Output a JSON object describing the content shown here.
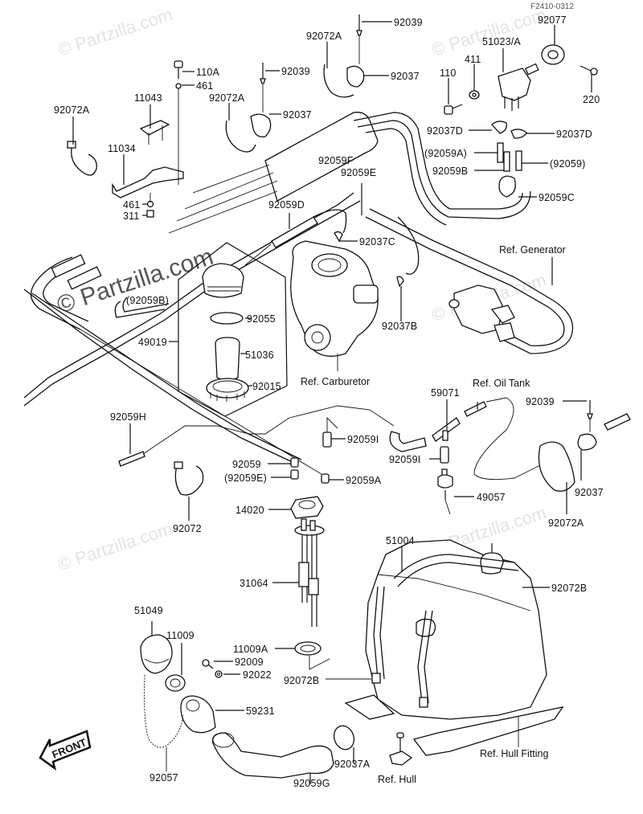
{
  "figure_code": "F2410-0312",
  "watermark": "© Partzilla.com",
  "front_label": "FRONT",
  "labels": {
    "p92039_top": "92039",
    "p92072A_top": "92072A",
    "p92037_top": "92037",
    "p110A": "110A",
    "p461_top": "461",
    "p92039_mid": "92039",
    "p11043": "11043",
    "p92072A_mid": "92072A",
    "p92037_mid": "92037",
    "p92072A_left": "92072A",
    "p11034": "11034",
    "p461_bot": "461",
    "p311": "311",
    "p92077": "92077",
    "p51023A": "51023/A",
    "p411": "411",
    "p110": "110",
    "p220": "220",
    "p92037D_l": "92037D",
    "p92037D_r": "92037D",
    "p92059A_paren": "(92059A)",
    "p92059B": "92059B",
    "p92059_paren": "(92059)",
    "p92059C": "92059C",
    "p92059F": "92059F",
    "p92059E": "92059E",
    "p92059D": "92059D",
    "p92037C": "92037C",
    "p92059B_paren": "(92059B)",
    "p92055": "92055",
    "p49019": "49019",
    "p51036": "51036",
    "p92015": "92015",
    "p92037B": "92037B",
    "p92059H": "92059H",
    "p92059I_a": "92059I",
    "p92059I_b": "92059I",
    "p59071": "59071",
    "p92039_right": "92039",
    "p92059": "92059",
    "p92059E_paren": "(92059E)",
    "p92059A": "92059A",
    "p49057": "49057",
    "p92037_right": "92037",
    "p92072": "92072",
    "p14020": "14020",
    "p92072A_right": "92072A",
    "p51004": "51004",
    "p92072B_r": "92072B",
    "p31064": "31064",
    "p51049": "51049",
    "p11009": "11009",
    "p11009A": "11009A",
    "p92009": "92009",
    "p92022": "92022",
    "p92072B_l": "92072B",
    "p59231": "59231",
    "p92057": "92057",
    "p92059G": "92059G",
    "p92037A": "92037A"
  },
  "references": {
    "generator": "Ref. Generator",
    "carburetor": "Ref. Carburetor",
    "oil_tank": "Ref. Oil Tank",
    "hull_fitting": "Ref. Hull Fitting",
    "hull": "Ref. Hull"
  }
}
